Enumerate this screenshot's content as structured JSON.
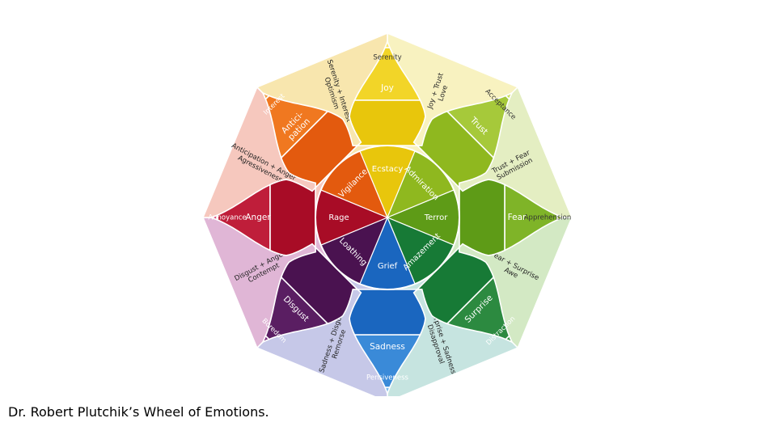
{
  "caption": "Dr. Robert Plutchik’s Wheel of Emotions.",
  "petals": [
    {
      "id": "joy",
      "colors": [
        "#f7e66b",
        "#f2d528",
        "#e8c60c"
      ],
      "labels": [
        "Serenity",
        "Joy",
        "Ecstacy"
      ]
    },
    {
      "id": "trust",
      "colors": [
        "#c8df5e",
        "#a6c93a",
        "#8fb81f"
      ],
      "labels": [
        "Acceptance",
        "Trust",
        "Admiration"
      ]
    },
    {
      "id": "fear",
      "colors": [
        "#a9cf45",
        "#7fb428",
        "#5e9b17"
      ],
      "labels": [
        "Apprehension",
        "Fear",
        "Terror"
      ]
    },
    {
      "id": "surprise",
      "colors": [
        "#3f9a4c",
        "#2c8a40",
        "#177a36"
      ],
      "labels": [
        "Distraction",
        "Surprise",
        "Amazement"
      ]
    },
    {
      "id": "sadness",
      "colors": [
        "#7ab8ea",
        "#3a8ad8",
        "#1a66bf"
      ],
      "labels": [
        "Pensiveness",
        "Sadness",
        "Grief"
      ]
    },
    {
      "id": "disgust",
      "colors": [
        "#7a2f7e",
        "#5a1e62",
        "#4a1250"
      ],
      "labels": [
        "Boredom",
        "Disgust",
        "Loathing"
      ]
    },
    {
      "id": "anger",
      "colors": [
        "#d84f7e",
        "#bf1e3a",
        "#a80c26"
      ],
      "labels": [
        "Annoyance",
        "Anger",
        "Rage"
      ]
    },
    {
      "id": "anticipation",
      "colors": [
        "#f2a24a",
        "#f07820",
        "#e35a0e"
      ],
      "labels": [
        "Interest",
        "Antici-\npation",
        "Vigilance"
      ]
    }
  ],
  "dyads": [
    {
      "id": "love",
      "color": "#f8f2c0",
      "lines": [
        "Joy + Trust",
        "Love"
      ]
    },
    {
      "id": "submission",
      "color": "#e4eec2",
      "lines": [
        "Trust + Fear",
        "Submission"
      ]
    },
    {
      "id": "awe",
      "color": "#d3e9c4",
      "lines": [
        "Fear + Surprise",
        "Awe"
      ]
    },
    {
      "id": "disapproval",
      "color": "#c6e4e0",
      "lines": [
        "Surprise + Sadness",
        "Disapproval"
      ]
    },
    {
      "id": "remorse",
      "color": "#c6c8e8",
      "lines": [
        "Sadness + Disgust",
        "Remorse"
      ]
    },
    {
      "id": "contempt",
      "color": "#e0b6d6",
      "lines": [
        "Disgust + Anger",
        "Contempt"
      ]
    },
    {
      "id": "aggressiveness",
      "color": "#f6c8be",
      "lines": [
        "Anticipation + Anger",
        "Agressiveness"
      ]
    },
    {
      "id": "optimism",
      "color": "#f8e6ae",
      "lines": [
        "Serenity + Interest",
        "Optimism"
      ]
    }
  ]
}
